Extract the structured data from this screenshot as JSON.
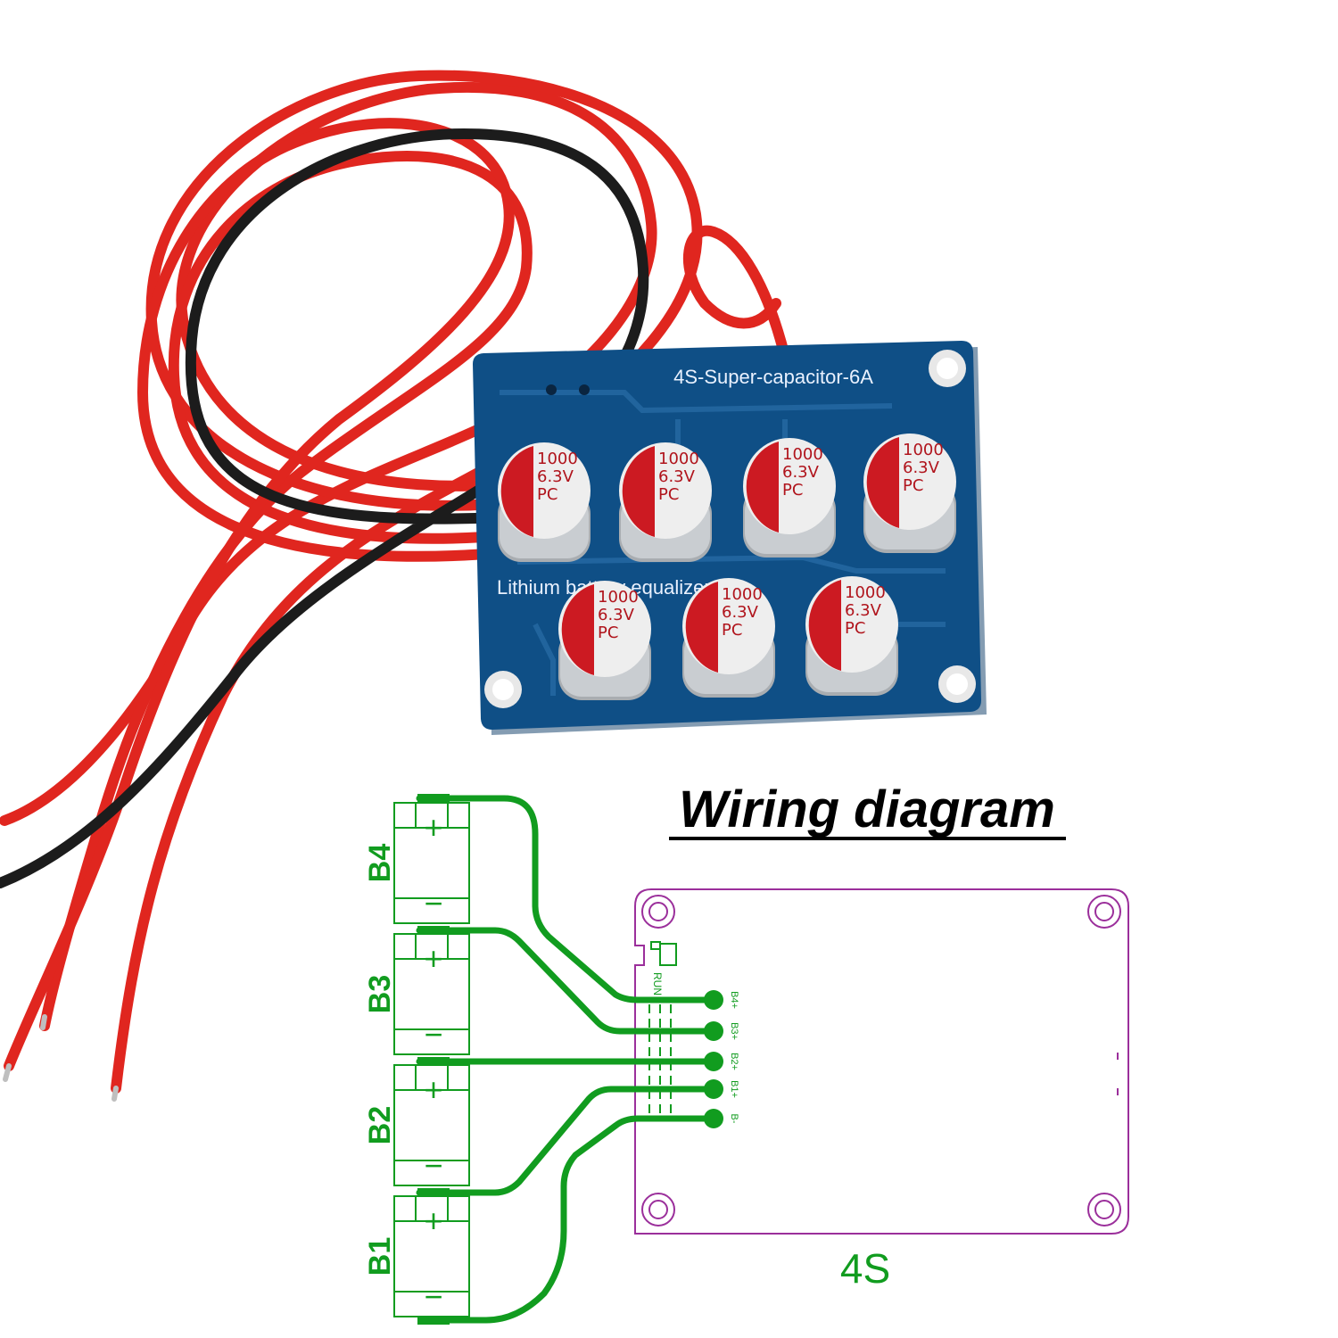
{
  "product_photo": {
    "board": {
      "name_label": "4S-Super-capacitor-6A",
      "subtitle_label": "Lithium battery equalizer",
      "color": "#0f4f86",
      "silkscreen_color": "#e9f1ff"
    },
    "capacitors": [
      {
        "lines": [
          "1000",
          "6.3V",
          "PC"
        ]
      },
      {
        "lines": [
          "1000",
          "6.3V",
          "PC"
        ]
      },
      {
        "lines": [
          "1000",
          "6.3V",
          "PC"
        ]
      },
      {
        "lines": [
          "1000",
          "6.3V",
          "PC"
        ]
      },
      {
        "lines": [
          "1000",
          "6.3V",
          "PC"
        ]
      },
      {
        "lines": [
          "1000",
          "6.3V",
          "PC"
        ]
      },
      {
        "lines": [
          "1000",
          "6.3V",
          "PC"
        ]
      }
    ],
    "capacitor_colors": {
      "sleeve_red": "#cc1a22",
      "body_silver": "#c9cdd1",
      "marking": "#b0141c"
    },
    "wire_colors": {
      "red": "#e0261f",
      "black": "#1c1c1c"
    }
  },
  "wiring_diagram": {
    "title": "Wiring diagram",
    "batteries": [
      {
        "label": "B4",
        "plus": "+",
        "minus": "−"
      },
      {
        "label": "B3",
        "plus": "+",
        "minus": "−"
      },
      {
        "label": "B2",
        "plus": "+",
        "minus": "−"
      },
      {
        "label": "B1",
        "plus": "+",
        "minus": "−"
      }
    ],
    "pins": [
      "B4+",
      "B3+",
      "B2+",
      "B1+",
      "B-"
    ],
    "run_label": "RUN",
    "board_label": "4S",
    "colors": {
      "wire": "#119c1f",
      "outline": "#9b2f9b",
      "battery_outline": "#119c1f"
    }
  }
}
